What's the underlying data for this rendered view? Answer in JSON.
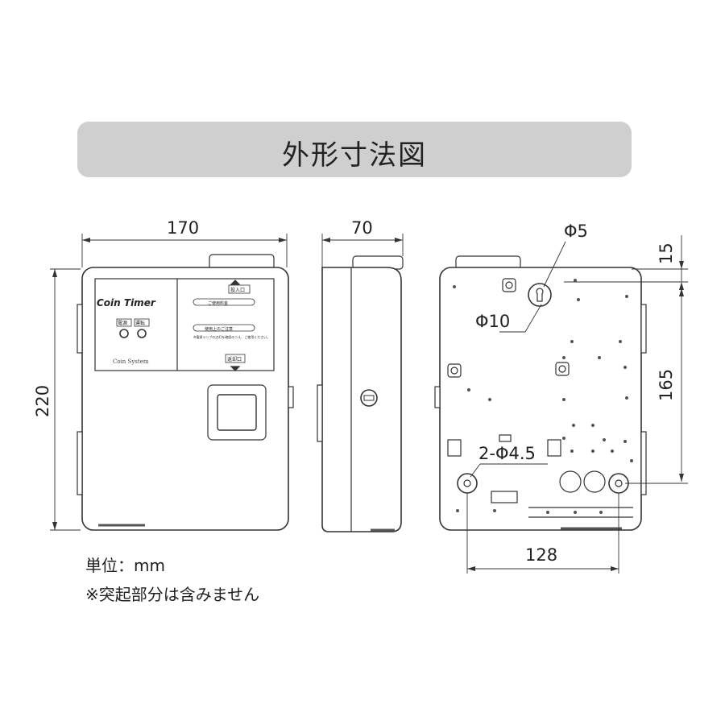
{
  "title": "外形寸法図",
  "dimensions": {
    "width": "170",
    "depth": "70",
    "height": "220",
    "hole_small": "Φ5",
    "hole_large": "Φ10",
    "top_offset": "15",
    "vertical_spacing": "165",
    "mount_holes": "2-Φ4.5",
    "horizontal_spacing": "128"
  },
  "front_panel": {
    "brand": "Coin Timer",
    "maker": "Coin System",
    "btn1": "電源",
    "btn2": "運転",
    "label_insert": "投入口",
    "label_return": "返却口",
    "label_usage": "ご使用料金",
    "label_caution": "使用上のご注意",
    "label_caution_detail": "※電源ランプの点灯を確認のうえ、ご使用ください。"
  },
  "notes": {
    "unit": "単位：mm",
    "exclusion": "※突起部分は含みません"
  }
}
